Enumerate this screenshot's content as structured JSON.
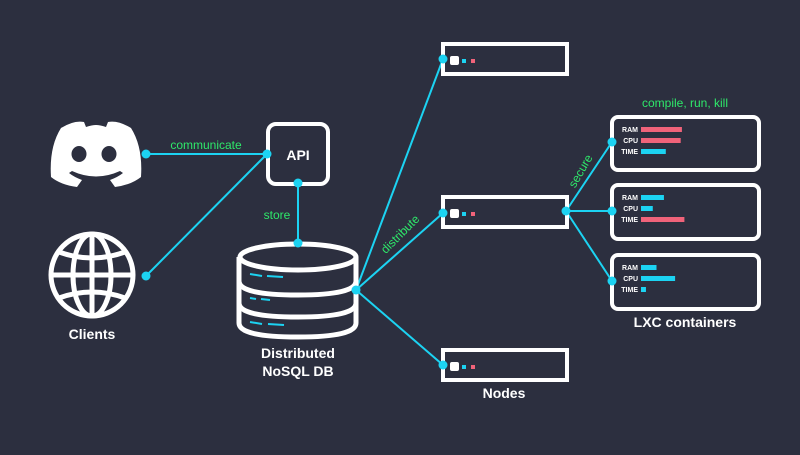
{
  "colors": {
    "background": "#2c2f3f",
    "accent": "#1cd3f2",
    "label_green": "#2ee86a",
    "bar_red": "#f0637a",
    "outline": "#ffffff"
  },
  "nodes": {
    "discord": {
      "icon": "discord-icon"
    },
    "clients": {
      "icon": "globe-icon",
      "label": "Clients"
    },
    "api": {
      "label": "API"
    },
    "database": {
      "icon": "database-icon",
      "label_line1": "Distributed",
      "label_line2": "NoSQL DB"
    },
    "server_nodes": {
      "label": "Nodes"
    },
    "containers": {
      "label": "LXC containers"
    }
  },
  "edges": {
    "communicate": "communicate",
    "store": "store",
    "distribute": "distribute",
    "secure": "secure",
    "compile": "compile, run, kill"
  },
  "container_metrics": {
    "labels": [
      "RAM",
      "CPU",
      "TIME"
    ],
    "containers": [
      {
        "ram": {
          "level": 0.66,
          "color": "red"
        },
        "cpu": {
          "level": 0.64,
          "color": "red"
        },
        "time": {
          "level": 0.4,
          "color": "cyan"
        }
      },
      {
        "ram": {
          "level": 0.37,
          "color": "cyan"
        },
        "cpu": {
          "level": 0.19,
          "color": "cyan"
        },
        "time": {
          "level": 0.7,
          "color": "red"
        }
      },
      {
        "ram": {
          "level": 0.25,
          "color": "cyan"
        },
        "cpu": {
          "level": 0.55,
          "color": "cyan"
        },
        "time": {
          "level": 0.08,
          "color": "cyan"
        }
      }
    ]
  }
}
